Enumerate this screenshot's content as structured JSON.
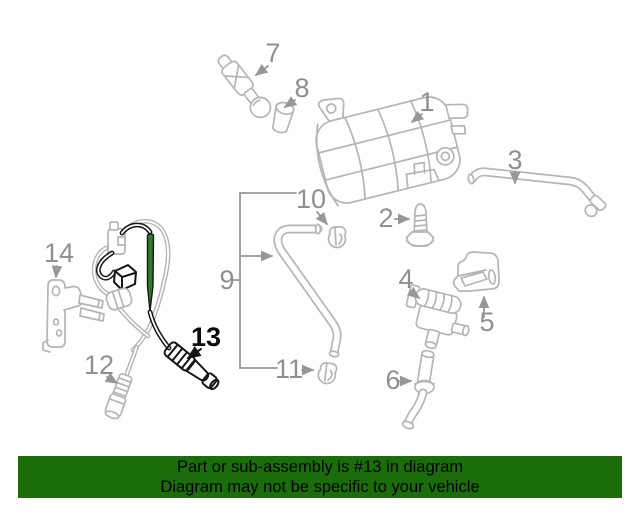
{
  "banner": {
    "line1": "Part or sub-assembly is #13 in diagram",
    "line2": "Diagram may not be specific to your vehicle",
    "bg_color": "#1b6d0b",
    "text_color": "#000000"
  },
  "diagram": {
    "highlighted_part": "13",
    "highlight_color": "#2e7d26",
    "art_color": "#b5b5b5",
    "highlight_art_color": "#161616",
    "label_color": "#8f8f8f",
    "callouts": {
      "1": "1",
      "2": "2",
      "3": "3",
      "4": "4",
      "5": "5",
      "6": "6",
      "7": "7",
      "8": "8",
      "9": "9",
      "10": "10",
      "11": "11",
      "12": "12",
      "13": "13",
      "14": "14"
    }
  }
}
